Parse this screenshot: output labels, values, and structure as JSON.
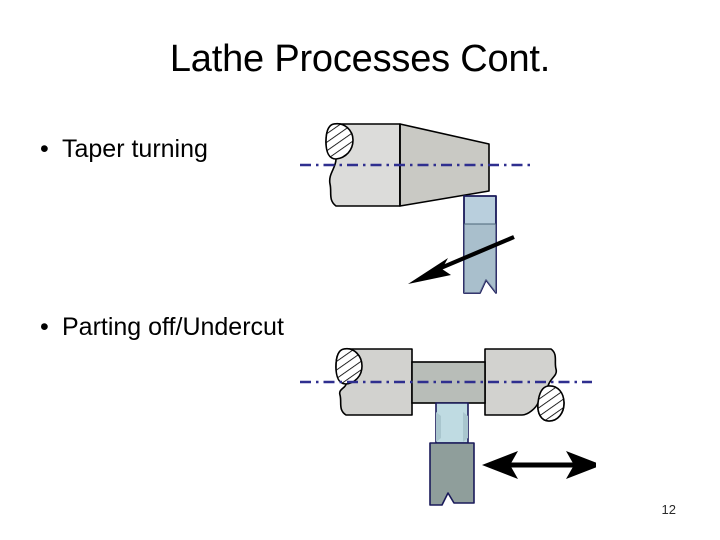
{
  "slide": {
    "title": "Lathe Processes Cont.",
    "page_number": "12",
    "background_color": "#ffffff",
    "text_color": "#000000"
  },
  "bullets": [
    {
      "marker": "•",
      "label": "Taper turning"
    },
    {
      "marker": "•",
      "label": "Parting off/Undercut"
    }
  ],
  "figures": [
    {
      "id": "taper-turning",
      "caption_ref": "Taper turning",
      "parts": [
        {
          "name": "workpiece-cylindrical-section",
          "fill": "#dcdcda",
          "stroke": "#000000"
        },
        {
          "name": "workpiece-tapered-section",
          "fill": "#c9c9c4",
          "stroke": "#000000"
        },
        {
          "name": "break-hatching-left",
          "fill": "#ffffff",
          "stroke": "#000000"
        },
        {
          "name": "centerline",
          "color": "#2f2f8f",
          "style": "dash-dot"
        },
        {
          "name": "cutting-tool",
          "fill": "#b9cfdd",
          "stroke": "#1a1a5a"
        },
        {
          "name": "feed-arrow",
          "color": "#000000",
          "direction": "down-left"
        }
      ]
    },
    {
      "id": "parting-off-undercut",
      "caption_ref": "Parting off/Undercut",
      "parts": [
        {
          "name": "workpiece-left-section",
          "fill": "#d2d2cf",
          "stroke": "#000000"
        },
        {
          "name": "workpiece-right-section",
          "fill": "#d2d2cf",
          "stroke": "#000000"
        },
        {
          "name": "undercut-band",
          "fill": "#b8bdb8",
          "stroke": "#000000"
        },
        {
          "name": "break-hatching-left",
          "fill": "#ffffff",
          "stroke": "#000000"
        },
        {
          "name": "break-hatching-right",
          "fill": "#ffffff",
          "stroke": "#000000"
        },
        {
          "name": "centerline",
          "color": "#2f2f8f",
          "style": "dash-dot"
        },
        {
          "name": "parting-tool-blade",
          "fill": "#bfdbe2",
          "stroke": "#1a1a5a"
        },
        {
          "name": "parting-tool-shank",
          "fill": "#8f9e9b",
          "stroke": "#1a1a5a"
        },
        {
          "name": "feed-arrow",
          "color": "#000000",
          "direction": "horizontal-double"
        }
      ]
    }
  ],
  "colors": {
    "centerline": "#2f2f8f",
    "workpiece_light": "#dcdcda",
    "workpiece_mid": "#c9c9c4",
    "undercut": "#b8bdb8",
    "tool_blue": "#b9cfdd",
    "tool_blade": "#bfdbe2",
    "tool_shank": "#8f9e9b",
    "arrow": "#000000"
  }
}
